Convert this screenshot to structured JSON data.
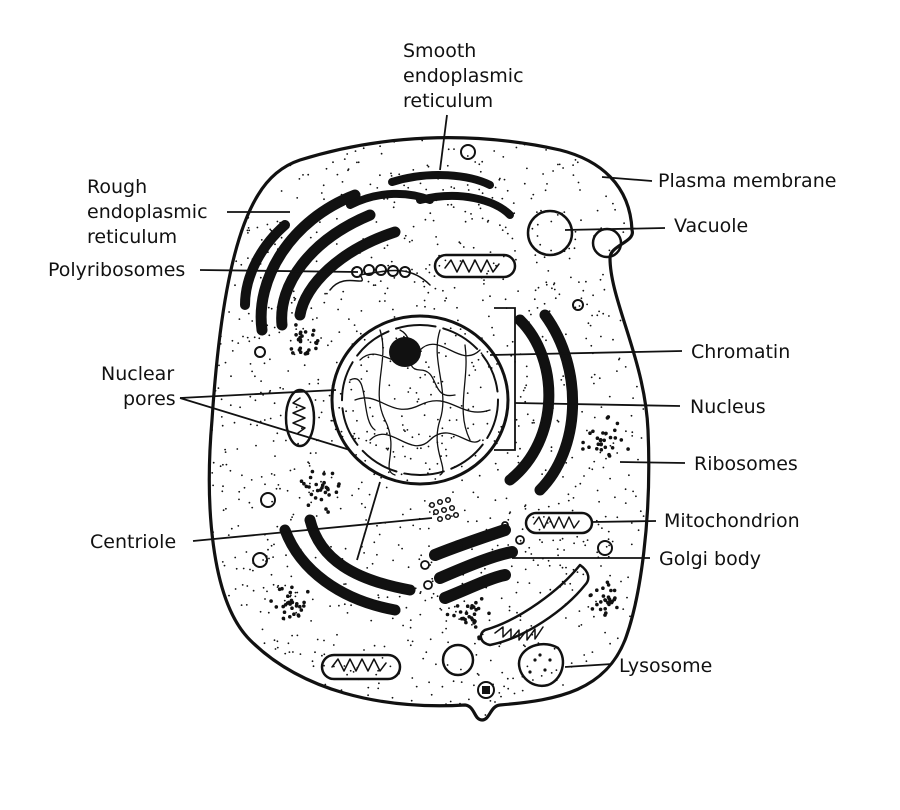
{
  "labels": {
    "smooth_er": [
      "Smooth",
      "endoplasmic",
      "reticulum"
    ],
    "plasma_membrane": "Plasma membrane",
    "rough_er": [
      "Rough",
      "endoplasmic",
      "reticulum"
    ],
    "vacuole": "Vacuole",
    "polyribosomes": "Polyribosomes",
    "chromatin": "Chromatin",
    "nuclear_pores": [
      "Nuclear",
      "pores"
    ],
    "nucleus": "Nucleus",
    "ribosomes": "Ribosomes",
    "mitochondrion": "Mitochondrion",
    "centriole": "Centriole",
    "golgi_body": "Golgi body",
    "lysosome": "Lysosome"
  },
  "colors": {
    "ink": "#111111",
    "background": "#ffffff"
  }
}
